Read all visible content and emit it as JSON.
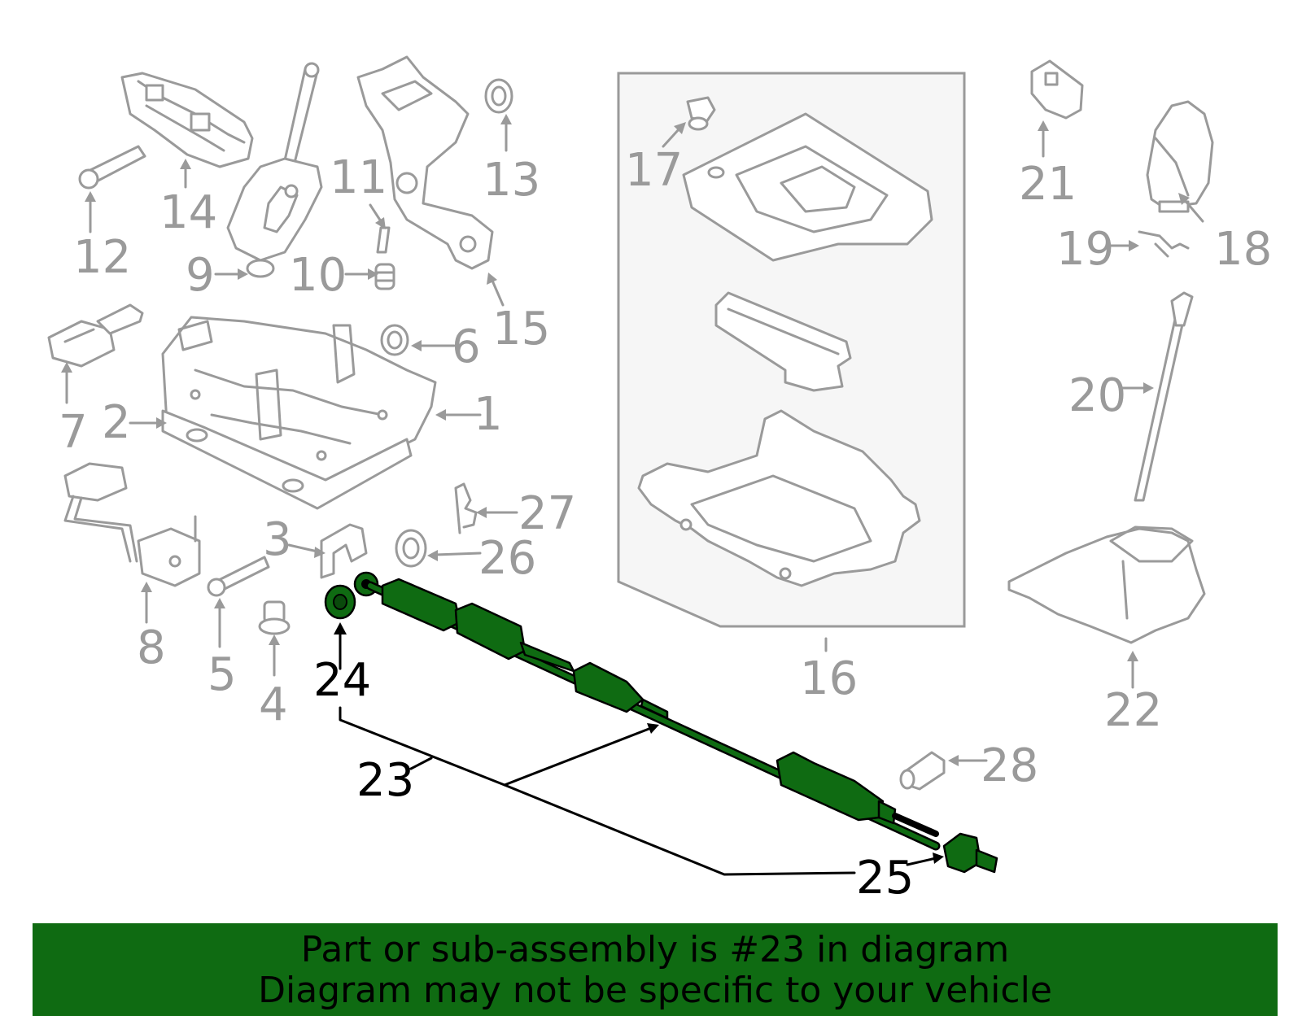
{
  "callouts": {
    "c1": "1",
    "c2": "2",
    "c3": "3",
    "c4": "4",
    "c5": "5",
    "c6": "6",
    "c7": "7",
    "c8": "8",
    "c9": "9",
    "c10": "10",
    "c11": "11",
    "c12": "12",
    "c13": "13",
    "c14": "14",
    "c15": "15",
    "c16": "16",
    "c17": "17",
    "c18": "18",
    "c19": "19",
    "c20": "20",
    "c21": "21",
    "c22": "22",
    "c23": "23",
    "c24": "24",
    "c25": "25",
    "c26": "26",
    "c27": "27",
    "c28": "28"
  },
  "highlighted_part": "23",
  "colors": {
    "highlight": "#0f6b12",
    "outline": "#9a9a9a",
    "highlight_label": "#000000"
  },
  "footer": {
    "line1": "Part or sub-assembly is #23 in diagram",
    "line2": "Diagram may not be specific to your vehicle"
  }
}
